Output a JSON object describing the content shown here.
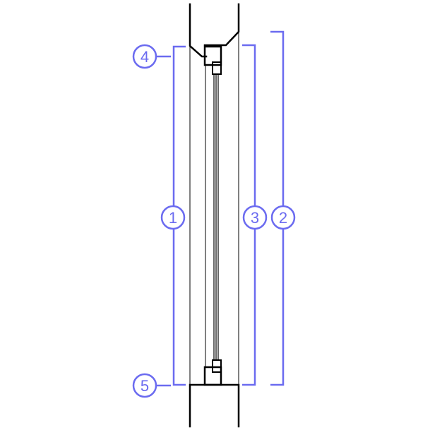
{
  "colors": {
    "annotation": "#6b6bf0",
    "line": "#000000"
  },
  "callouts": [
    {
      "id": "callout-1",
      "label": "1"
    },
    {
      "id": "callout-2",
      "label": "2"
    },
    {
      "id": "callout-3",
      "label": "3"
    },
    {
      "id": "callout-4",
      "label": "4"
    },
    {
      "id": "callout-5",
      "label": "5"
    }
  ]
}
